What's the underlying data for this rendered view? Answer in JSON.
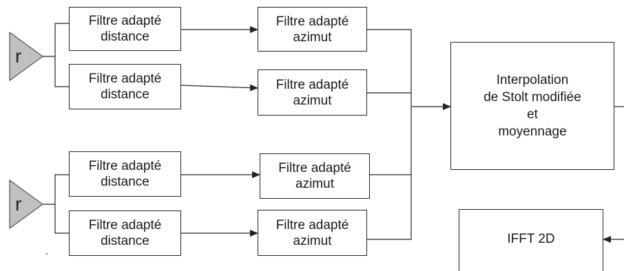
{
  "colors": {
    "line": "#222222",
    "amplifier_fill": "#c0c0c0",
    "background": "#ffffff"
  },
  "amplifiers": [
    {
      "label": "r"
    },
    {
      "label": "r"
    }
  ],
  "range_filters": [
    {
      "label": "Filtre adapté\ndistance"
    },
    {
      "label": "Filtre adapté\ndistance"
    },
    {
      "label": "Filtre adapté\ndistance"
    },
    {
      "label": "Filtre adapté\ndistance"
    }
  ],
  "azimuth_filters": [
    {
      "label": "Filtre adapté\nazimut"
    },
    {
      "label": "Filtre adapté\nazimut"
    },
    {
      "label": "Filtre adapté\nazimut"
    },
    {
      "label": "Filtre adapté\nazimut"
    }
  ],
  "interpolation": {
    "label": "Interpolation\nde Stolt modifiée\net\nmoyennage"
  },
  "ifft": {
    "label": "IFFT 2D"
  },
  "stray_mark": "-"
}
